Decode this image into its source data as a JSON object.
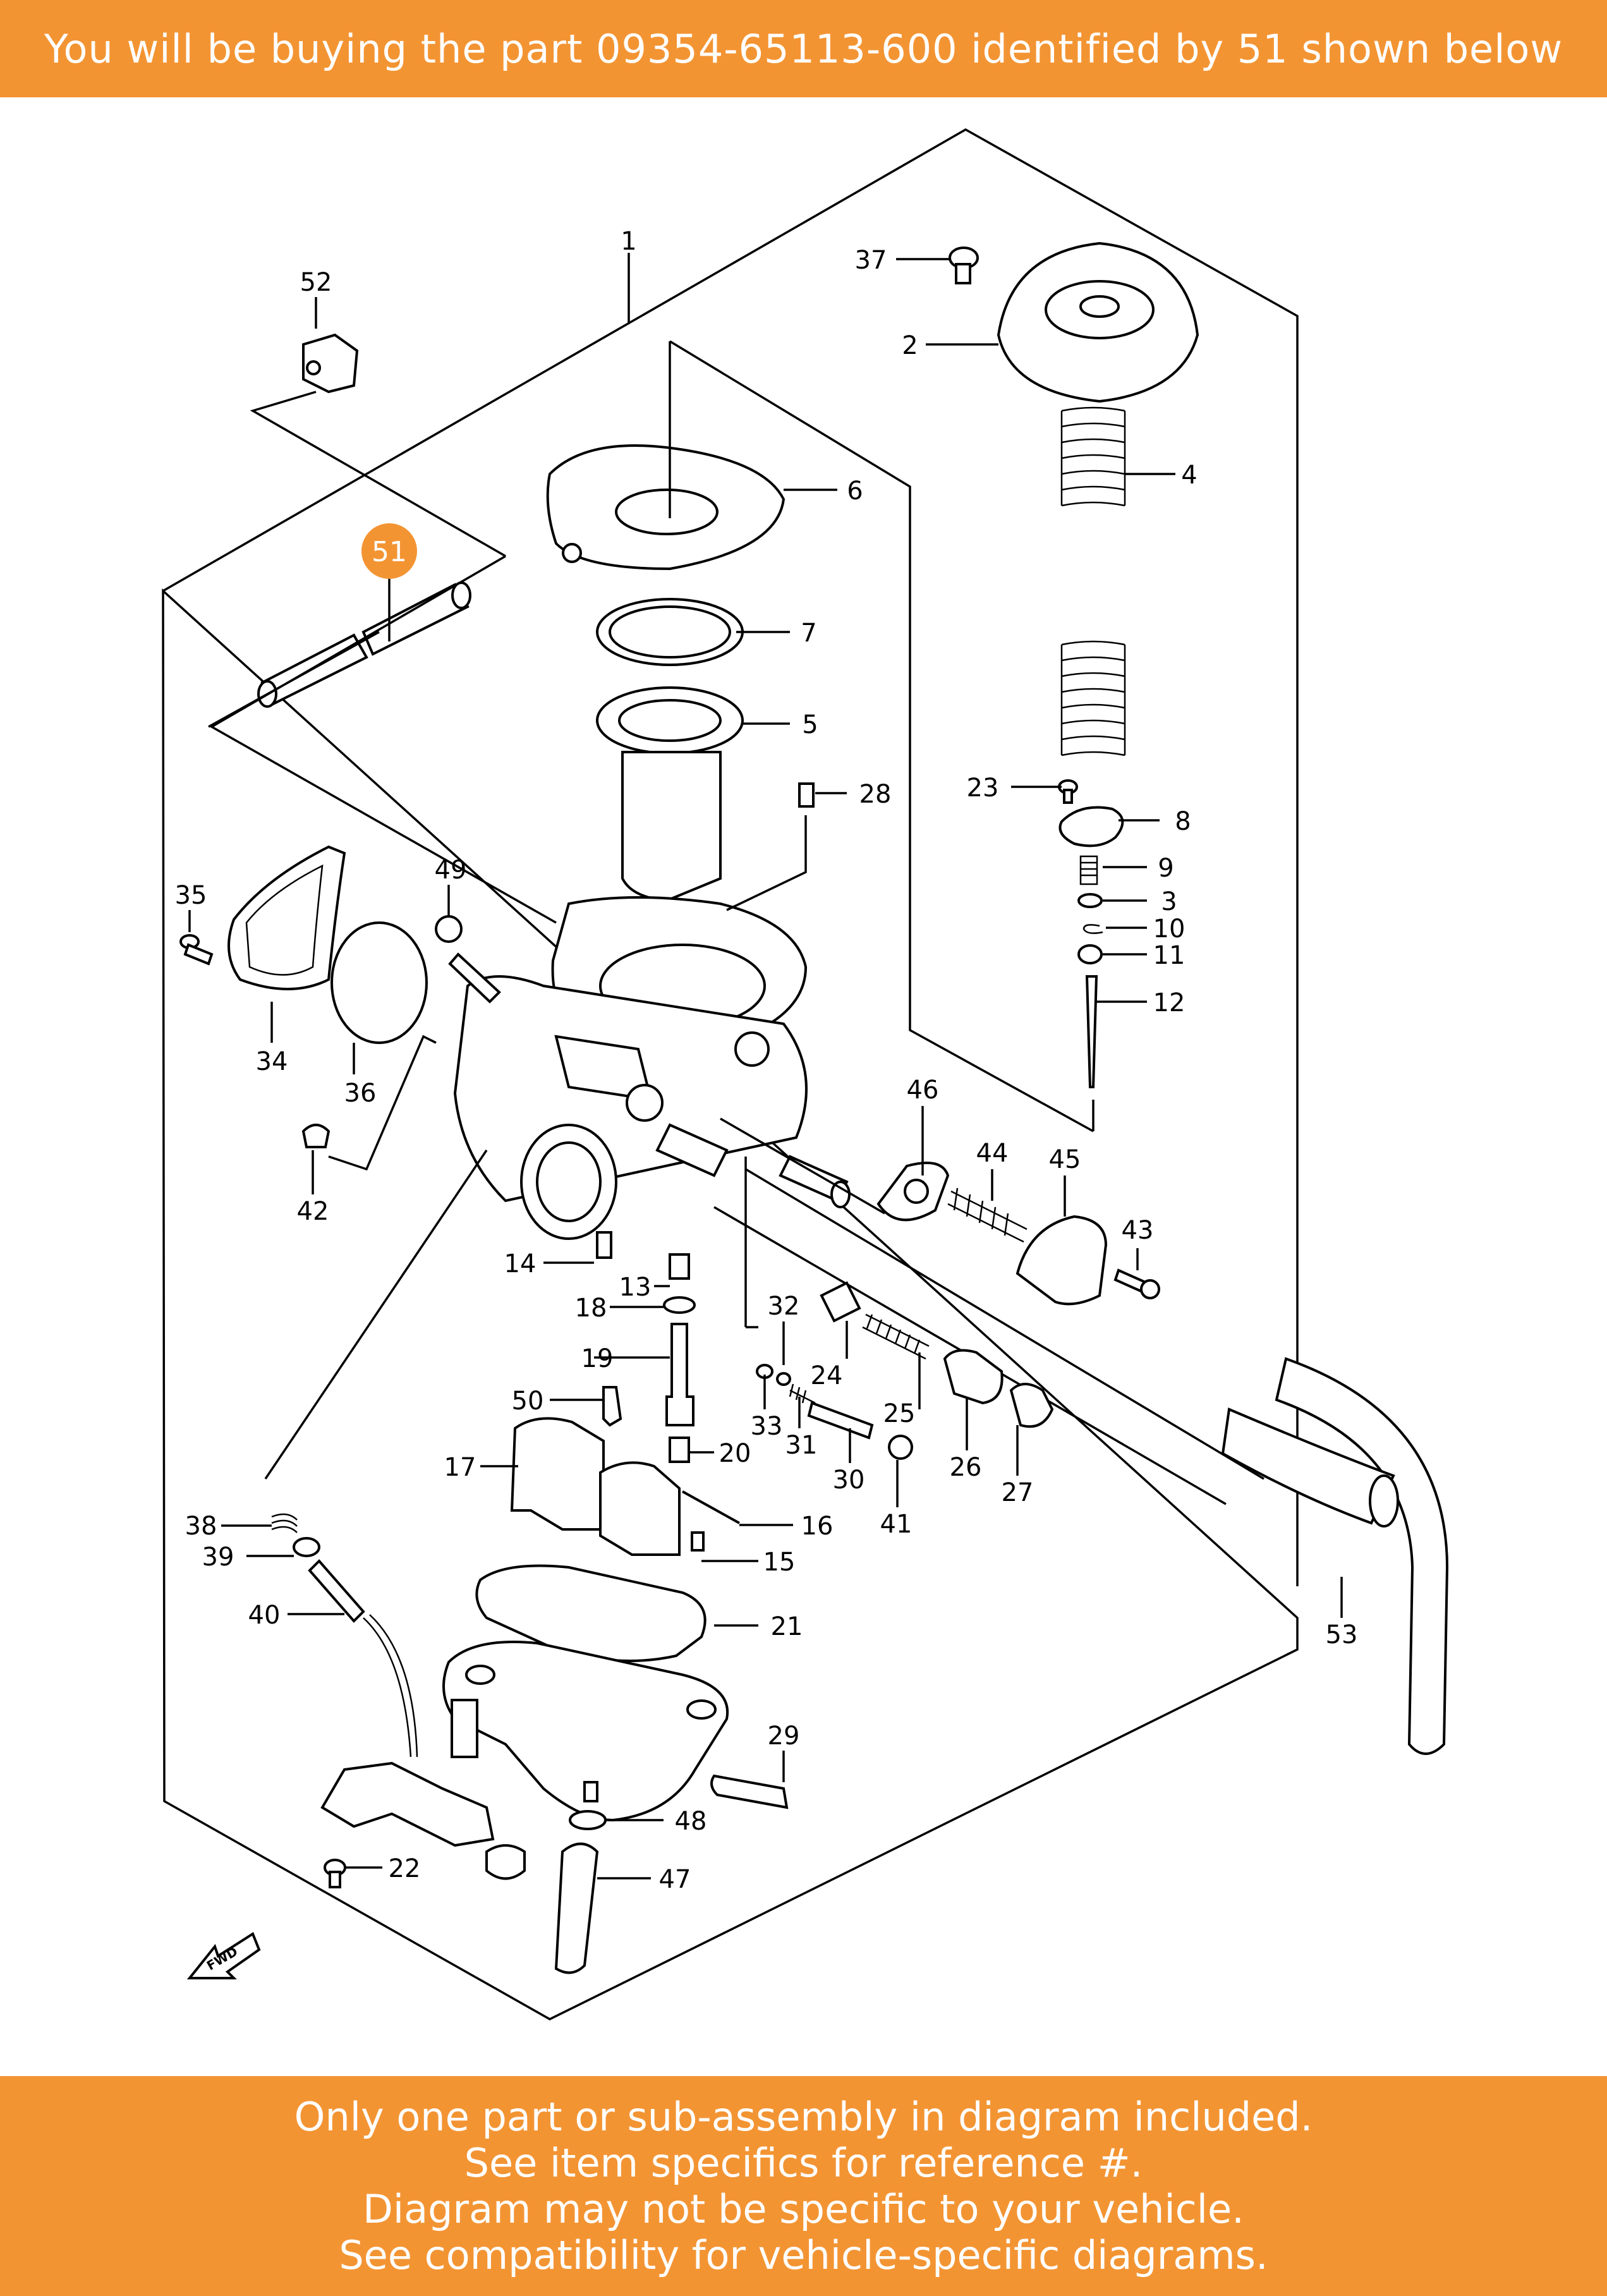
{
  "header": {
    "text": "You will be buying the part 09354-65113-600 identified by 51 shown below"
  },
  "footer": {
    "lines": [
      "Only one part or sub-assembly in diagram included.",
      "See item specifics for reference #.",
      "Diagram may not be specific to your vehicle.",
      "See compatibility for vehicle-specific diagrams."
    ]
  },
  "highlight": {
    "label": "51",
    "color": "#F39433"
  },
  "labels": {
    "l1": "1",
    "l2": "2",
    "l3": "3",
    "l4": "4",
    "l5": "5",
    "l6": "6",
    "l7": "7",
    "l8": "8",
    "l9": "9",
    "l10": "10",
    "l11": "11",
    "l12": "12",
    "l13": "13",
    "l14": "14",
    "l15": "15",
    "l16": "16",
    "l17": "17",
    "l18": "18",
    "l19": "19",
    "l20": "20",
    "l21": "21",
    "l22": "22",
    "l23": "23",
    "l24": "24",
    "l25": "25",
    "l26": "26",
    "l27": "27",
    "l28": "28",
    "l29": "29",
    "l30": "30",
    "l31": "31",
    "l32": "32",
    "l33": "33",
    "l34": "34",
    "l35": "35",
    "l36": "36",
    "l37": "37",
    "l38": "38",
    "l39": "39",
    "l40": "40",
    "l41": "41",
    "l42": "42",
    "l43": "43",
    "l44": "44",
    "l45": "45",
    "l46": "46",
    "l47": "47",
    "l48": "48",
    "l49": "49",
    "l50": "50",
    "l52": "52",
    "l53": "53"
  },
  "fwd": {
    "text": "FWD"
  }
}
